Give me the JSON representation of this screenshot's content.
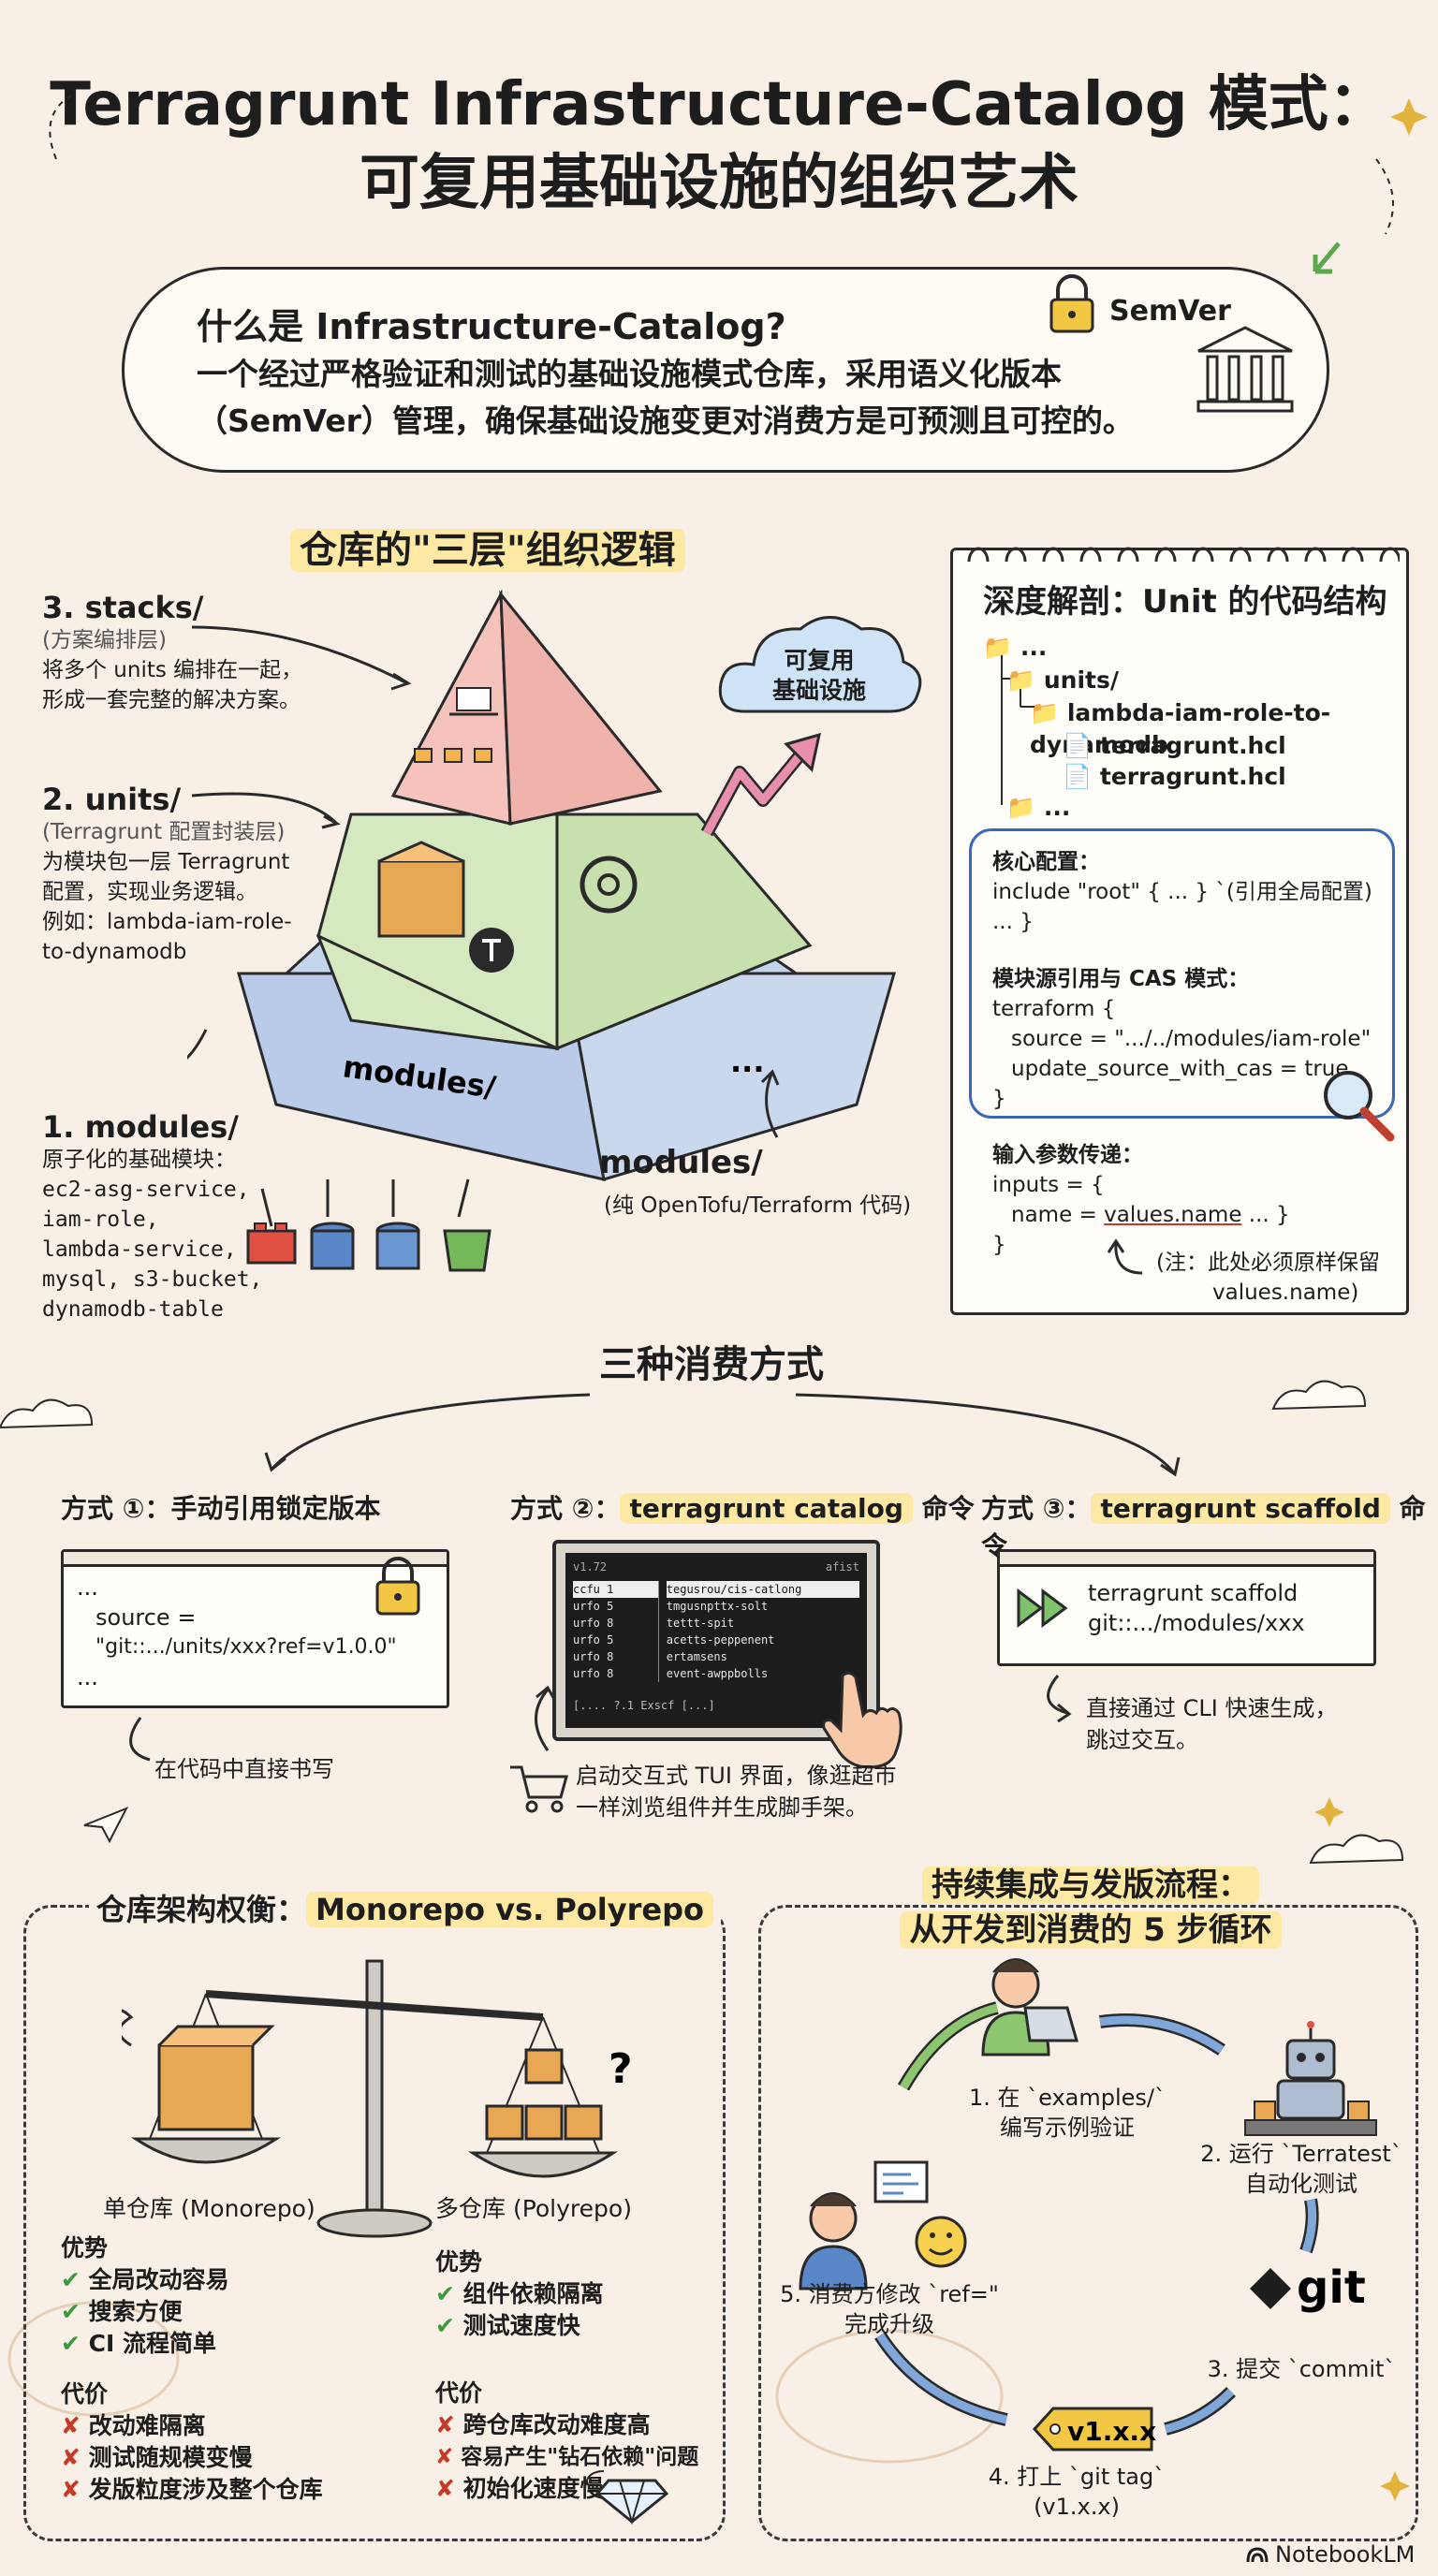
{
  "title": {
    "line1": "Terragrunt Infrastructure-Catalog 模式：",
    "line2": "可复用基础设施的组织艺术"
  },
  "intro": {
    "question": "什么是 Infrastructure-Catalog?",
    "description": "一个经过严格验证和测试的基础设施模式仓库，采用语义化版本（SemVer）管理，确保基础设施变更对消费方是可预测且可控的。",
    "badge_label": "SemVer"
  },
  "layers": {
    "section_title": "仓库的\"三层\"组织逻辑",
    "stacks": {
      "heading": "3. stacks/",
      "subtitle": "(方案编排层)",
      "desc_line1": "将多个 units 编排在一起，",
      "desc_line2": "形成一套完整的解决方案。"
    },
    "units": {
      "heading": "2. units/",
      "subtitle": "(Terragrunt 配置封装层)",
      "desc_line1": "为模块包一层 Terragrunt",
      "desc_line2": "配置，实现业务逻辑。",
      "example_line1": "例如：lambda-iam-role-",
      "example_line2": "to-dynamodb"
    },
    "modules": {
      "heading": "1. modules/",
      "desc": "原子化的基础模块：",
      "items": [
        "ec2-asg-service,",
        "iam-role,",
        "lambda-service,",
        "mysql, s3-bucket,",
        "dynamodb-table"
      ]
    },
    "pyramid_base_label": "modules/",
    "pyramid_dots": "...",
    "modules_note_title": "modules/",
    "modules_note_desc": "(纯 OpenTofu/Terraform 代码)",
    "reusable_cloud_line1": "可复用",
    "reusable_cloud_line2": "基础设施"
  },
  "unit_anatomy": {
    "title": "深度解剖：Unit 的代码结构",
    "tree": {
      "root": "...",
      "units_dir": "units/",
      "unit_dir": "lambda-iam-role-to-dynamodb",
      "file1": "terragrunt.hcl",
      "file2": "terragrunt.hcl",
      "trailing": "..."
    },
    "core_config_title": "核心配置：",
    "core_config_line1": "include \"root\" { ... } `(引用全局配置)",
    "core_config_line2": "... }",
    "module_ref_title": "模块源引用与 CAS 模式：",
    "module_ref_line1": "terraform {",
    "module_ref_line2": "source = \".../../modules/iam-role\"",
    "module_ref_line3": "update_source_with_cas = true",
    "module_ref_line4": "}",
    "inputs_title": "输入参数传递：",
    "inputs_line1": "inputs = {",
    "inputs_line2_pre": "name = ",
    "inputs_line2_val": "values.name",
    "inputs_line2_post": " ... }",
    "inputs_line3": "}",
    "note_line1": "(注：此处必须原样保留",
    "note_line2": "values.name)"
  },
  "consumption": {
    "section_title": "三种消费方式",
    "method1": {
      "label_pre": "方式 ①：",
      "label": "手动引用锁定版本",
      "code_line1": "...",
      "code_line2": "source =",
      "code_line3": "\"git::.../units/xxx?ref=v1.0.0\"",
      "code_line4": "...",
      "caption": "在代码中直接书写"
    },
    "method2": {
      "label_pre": "方式 ②：",
      "label_cmd": "terragrunt catalog",
      "label_post": " 命令",
      "tui_header_left": "v1.72",
      "tui_header_right": "afist",
      "tui_left": [
        "ccfu 1",
        "urfo 5",
        "urfo 8",
        "urfo 5",
        "urfo 8",
        "urfo 8"
      ],
      "tui_right": [
        "tegusrou/cis-catlong",
        "tmgusnpttx-solt",
        "tettt-spit",
        "acetts-peppenent",
        "ertamsens",
        "event-awppbolls"
      ],
      "tui_footer": "[.... ?.1 Exscf [...] ",
      "caption_line1": "启动交互式 TUI 界面，像逛超市",
      "caption_line2": "一样浏览组件并生成脚手架。"
    },
    "method3": {
      "label_pre": "方式 ③：",
      "label_cmd": "terragrunt scaffold",
      "label_post": " 命令",
      "code_line1": "terragrunt scaffold",
      "code_line2": "git::.../modules/xxx",
      "caption_line1": "直接通过 CLI 快速生成，",
      "caption_line2": "跳过交互。"
    }
  },
  "repo_tradeoff": {
    "title_pre": "仓库架构权衡：",
    "title_hl": "Monorepo vs. Polyrepo",
    "mono_label": "单仓库 (Monorepo)",
    "poly_label": "多仓库 (Polyrepo)",
    "mono_pros_title": "优势",
    "mono_pros": [
      "全局改动容易",
      "搜索方便",
      "CI 流程简单"
    ],
    "mono_cons_title": "代价",
    "mono_cons": [
      "改动难隔离",
      "测试随规模变慢",
      "发版粒度涉及整个仓库"
    ],
    "poly_pros_title": "优势",
    "poly_pros": [
      "组件依赖隔离",
      "测试速度快"
    ],
    "poly_cons_title": "代价",
    "poly_cons": [
      "跨仓库改动难度高",
      "容易产生\"钻石依赖\"问题",
      "初始化速度慢"
    ]
  },
  "ci_flow": {
    "title_line1": "持续集成与发版流程：",
    "title_line2": "从开发到消费的 5 步循环",
    "step1_line1": "1. 在 `examples/`",
    "step1_line2": "编写示例验证",
    "step2_line1": "2. 运行 `Terratest`",
    "step2_line2": "自动化测试",
    "step3": "3. 提交 `commit`",
    "step4_line1": "4. 打上 `git tag`",
    "step4_line2": "(v1.x.x)",
    "step5_line1": "5. 消费方修改 `ref=\"",
    "step5_line2": "完成升级",
    "tag_label": "v1.x.x",
    "git_label": "git"
  },
  "footer": {
    "brand": "NotebookLM"
  }
}
